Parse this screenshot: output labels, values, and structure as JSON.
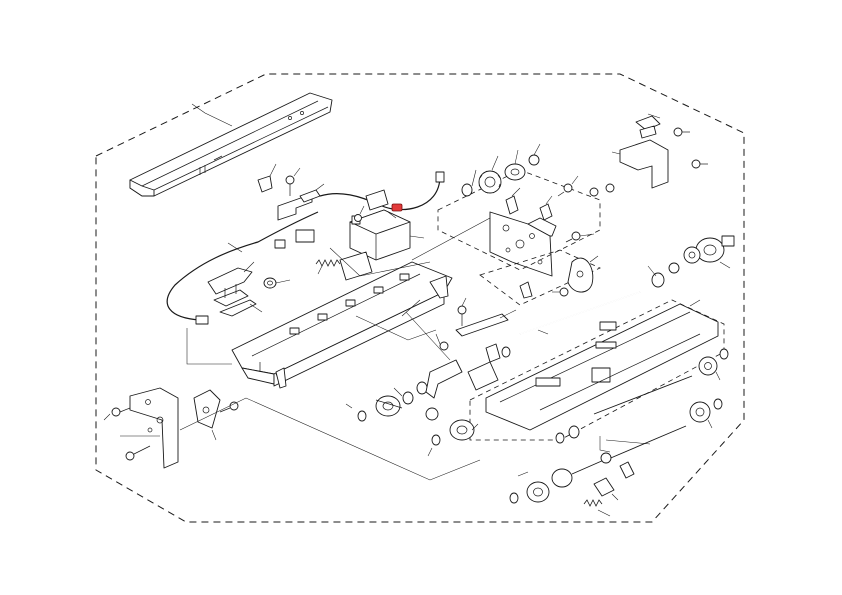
{
  "diagram": {
    "type": "exploded-parts-view",
    "colors": {
      "line": "#1a1a1a",
      "background": "#ffffff",
      "highlight": "#e23a3a"
    },
    "highlighted_part": "sensor-connector-red",
    "parts": [
      "top-cover-plate",
      "front-bracket",
      "harness-cable",
      "solenoid-assembly",
      "base-frame",
      "gear-bracket-assembly",
      "mounting-bracket-right",
      "feed-tray-assembly",
      "drive-shaft",
      "pickup-roller",
      "feed-roller",
      "separation-roller",
      "side-plate-left",
      "gears",
      "screws",
      "springs",
      "e-rings"
    ]
  }
}
